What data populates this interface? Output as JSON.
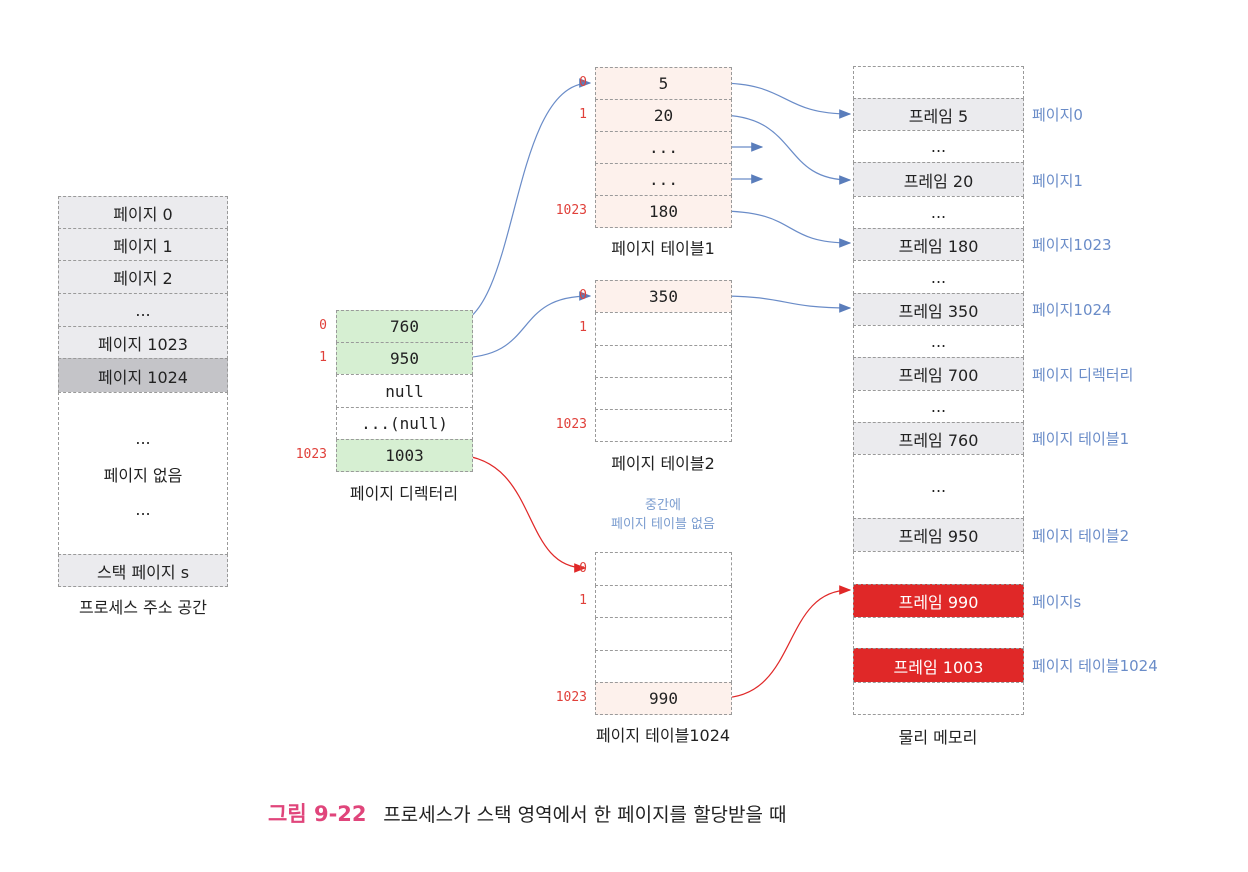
{
  "address_space": {
    "title": "프로세스 주소 공간",
    "rows": [
      "페이지 0",
      "페이지 1",
      "페이지 2",
      "...",
      "페이지 1023",
      "페이지 1024"
    ],
    "gap": [
      "...",
      "페이지 없음",
      "..."
    ],
    "stack": "스택 페이지 s"
  },
  "directory": {
    "title": "페이지 디렉터리",
    "rows": [
      "760",
      "950",
      "null",
      "...(null)",
      "1003"
    ],
    "indices": [
      "0",
      "1",
      "1023"
    ]
  },
  "pt1": {
    "title": "페이지 테이블1",
    "rows": [
      "5",
      "20",
      "...",
      "...",
      "180"
    ],
    "indices": [
      "0",
      "1",
      "1023"
    ]
  },
  "pt2": {
    "title": "페이지 테이블2",
    "rows": [
      "350",
      "",
      "",
      "",
      ""
    ],
    "indices": [
      "0",
      "1",
      "1023"
    ]
  },
  "note": [
    "중간에",
    "페이지 테이블 없음"
  ],
  "pt1024": {
    "title": "페이지 테이블1024",
    "rows": [
      "",
      "",
      "",
      "",
      "990"
    ],
    "indices": [
      "0",
      "1",
      "1023"
    ]
  },
  "memory": {
    "title": "물리 메모리",
    "rows": [
      "",
      "프레임 5",
      "...",
      "프레임 20",
      "...",
      "프레임 180",
      "...",
      "프레임 350",
      "...",
      "프레임 700",
      "...",
      "프레임 760",
      "...",
      "프레임 950",
      "",
      "프레임 990",
      "",
      "프레임 1003",
      ""
    ],
    "labels": [
      "페이지0",
      "페이지1",
      "페이지1023",
      "페이지1024",
      "페이지 디렉터리",
      "페이지 테이블1",
      "페이지 테이블2",
      "페이지s",
      "페이지 테이블1024"
    ]
  },
  "caption": {
    "number": "그림 9-22",
    "text": "프로세스가 스택 영역에서 한 페이지를 할당받을 때"
  },
  "colors": {
    "blue": "#6a8cc8",
    "red": "#e02828",
    "caption": "#e0457b"
  }
}
